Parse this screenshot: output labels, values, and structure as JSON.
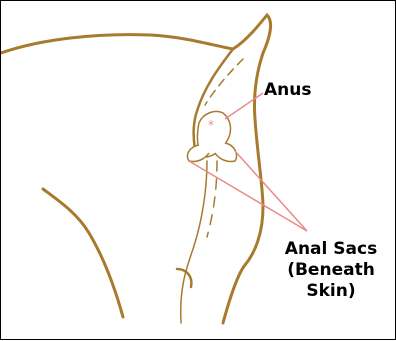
{
  "diagram": {
    "labels": {
      "anus": "Anus",
      "sacs_line1": "Anal Sacs",
      "sacs_line2": "(Beneath",
      "sacs_line3": "Skin)"
    },
    "colors": {
      "outline": "#a87a2e",
      "leader": "#e88a8a",
      "text": "#000000",
      "border": "#000000",
      "background": "#ffffff"
    }
  }
}
